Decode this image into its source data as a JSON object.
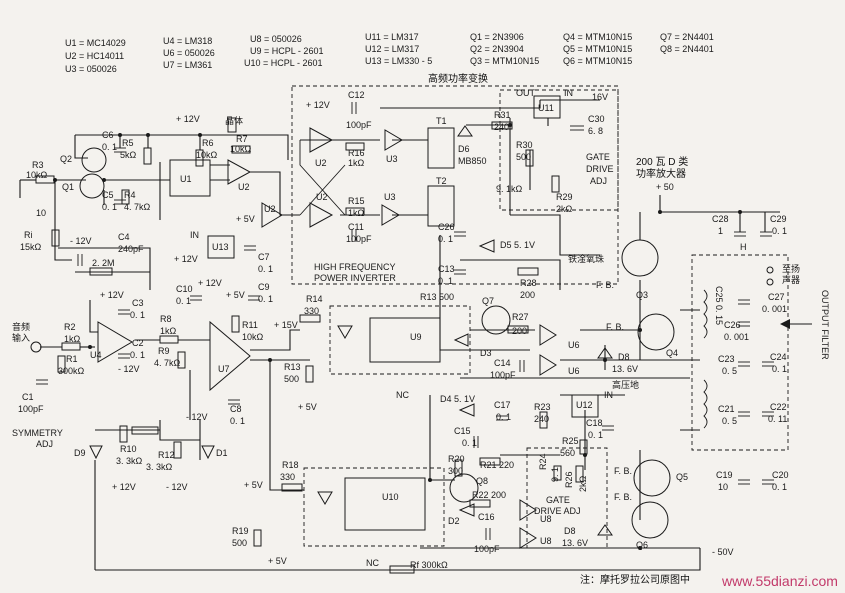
{
  "legend": [
    [
      "U1 = MC14029",
      "U2 = HC14011",
      "U3 = 050026"
    ],
    [
      "U4 = LM318",
      "U6 = 050026",
      "U7 = LM361"
    ],
    [
      "U8 = 050026",
      "U9 = HCPL - 2601",
      "U10 = HCPL - 2601"
    ],
    [
      "U11 = LM317",
      "U12 = LM317",
      "U13 = LM330 - 5"
    ],
    [
      "Q1 = 2N3906",
      "Q2 = 2N3904",
      "Q3 = MTM10N15"
    ],
    [
      "Q4 = MTM10N15",
      "Q5 = MTM10N15",
      "Q6 = MTM10N15"
    ],
    [
      "Q7 = 2N4401",
      "Q8 = 2N4401"
    ]
  ],
  "labels": {
    "hf_power_cn": "高频功率变换",
    "hf_power_en_1": "HIGH FREQUENCY",
    "hf_power_en_2": "POWER INVERTER",
    "gate_drive_1": "GATE",
    "gate_drive_2": "DRIVE",
    "gate_drive_3": "ADJ",
    "amp_cn_1": "200 瓦 D 类",
    "amp_cn_2": "功率放大器",
    "plus50": "+ 50",
    "minus50": "- 50V",
    "ferrite": "铁淦氧珠",
    "hv_ground": "高压地",
    "output_filter": "OUTPUT FILTER",
    "to_speaker_1": "至扬",
    "to_speaker_2": "声器",
    "audio_in_1": "音频",
    "audio_in_2": "输入",
    "symmetry_1": "SYMMETRY",
    "symmetry_2": "ADJ",
    "gate_drive_lower_1": "GATE",
    "gate_drive_lower_2": "DRIVE ADJ",
    "crystal": "晶体",
    "note": "注：摩托罗拉公司原图中",
    "watermark": "www.55dianzi.com"
  },
  "components": {
    "R3": "R3",
    "R3v": "10kΩ",
    "Q2": "Q2",
    "Q1": "Q1",
    "C6": "C6",
    "C6v": "0. 1",
    "R5": "R5",
    "R5v": "5kΩ",
    "R6": "R6",
    "R6v": "10kΩ",
    "R7": "R7",
    "R7v": "10kΩ",
    "C5": "C5",
    "C5v": "0. 1",
    "R4": "R4",
    "R4v": "4. 7kΩ",
    "U1": "U1",
    "U2": "U2",
    "U3": "U3",
    "C12": "C12",
    "C12v": "100pF",
    "R16": "R16",
    "R16v": "1kΩ",
    "R15": "R15",
    "R15v": "1kΩ",
    "C11": "C11",
    "C11v": "100pF",
    "T1": "T1",
    "T2": "T2",
    "D6": "D6",
    "D6v": "MB850",
    "R31": "R31",
    "R31v": "240",
    "U11": "U11",
    "C30": "C30",
    "C30v": "6. 8",
    "V16": "16V",
    "R30": "R30",
    "R30v": "500",
    "R29": "R29",
    "R29v": "2kΩ",
    "R9k": "9. 1kΩ",
    "Ri": "Ri",
    "Riv": "15kΩ",
    "C10uF": "10",
    "m12": "- 12V",
    "C4": "C4",
    "C4v": "240pF",
    "R22M": "2. 2M",
    "U13": "U13",
    "C7": "C7",
    "C7v": "0. 1",
    "C3": "C3",
    "C3v": "0. 1",
    "C2": "C2",
    "C2v": "0. 1",
    "C10": "C10",
    "C10v": "0. 1",
    "C9": "C9",
    "C9v": "0. 1",
    "R8": "R8",
    "R8v": "1kΩ",
    "R9": "R9",
    "R9v": "4. 7kΩ",
    "R11": "R11",
    "R11v": "10kΩ",
    "R2": "R2",
    "R2v": "1kΩ",
    "R1": "R1",
    "R1v": "300kΩ",
    "C1": "C1",
    "C1v": "100pF",
    "U4": "U4",
    "U7": "U7",
    "R14": "R14",
    "R14v": "330",
    "R13": "R13",
    "R13v": "500",
    "U9": "U9",
    "R13b": "R13 500",
    "C8": "C8",
    "C8v": "0. 1",
    "R10": "R10",
    "R10v": "3. 3kΩ",
    "R12": "R12",
    "R12v": "3. 3kΩ",
    "D9": "D9",
    "D1": "D1",
    "C26": "C26",
    "C26v": "0. 1",
    "C13": "C13",
    "C13v": "0. 1",
    "D5": "D5 5. 1V",
    "R28": "R28",
    "R28v": "200",
    "Q7": "Q7",
    "R27": "R27",
    "R27v": "200",
    "D3": "D3",
    "C14": "C14",
    "C14v": "100pF",
    "U6": "U6",
    "FB": "F. B.",
    "D8": "D8",
    "D8v": "13. 6V",
    "Q3": "Q3",
    "Q4": "Q4",
    "C28": "C28",
    "C28v": "1",
    "C29": "C29",
    "C29v": "0. 1",
    "C27": "C27",
    "C27v": "0. 001",
    "C25": "C25 0. 15",
    "C26b": "C26",
    "C26bv": "0. 001",
    "C23": "C23",
    "C23v": "0. 5",
    "C24": "C24",
    "C24v": "0. 1",
    "C21": "C21",
    "C21v": "0. 5",
    "C22": "C22",
    "C22v": "0. 11",
    "D4": "D4 5. 1V",
    "C15": "C15",
    "C15v": "0. 1",
    "C17": "C17",
    "C17v": "0. 1",
    "R23": "R23",
    "R23v": "240",
    "U12": "U12",
    "C18": "C18",
    "C18v": "0. 1",
    "R25": "R25",
    "R25v": "560",
    "R20": "R20",
    "R20v": "300",
    "R21": "R21 220",
    "Q8": "Q8",
    "R22": "R22 200",
    "R24": "R24",
    "R24v": "9. 1",
    "R26": "R26",
    "R26v": "2kΩ",
    "U8": "U8",
    "D2": "D2",
    "C16": "C16",
    "C16v": "100pF",
    "D8b": "D8",
    "D8bv": "13. 6V",
    "Q5": "Q5",
    "Q6": "Q6",
    "C19": "C19",
    "C19v": "10",
    "C20": "C20",
    "C20v": "0. 1",
    "R18": "R18",
    "R18v": "330",
    "U10": "U10",
    "R19": "R19",
    "R19v": "500",
    "Rf": "Rf 300kΩ",
    "p5": "+ 5V",
    "p12": "+ 12V",
    "p15": "+ 15V",
    "m12b": "- 12V",
    "NC": "NC",
    "IN": "IN",
    "OUT": "OUT",
    "H": "H"
  }
}
